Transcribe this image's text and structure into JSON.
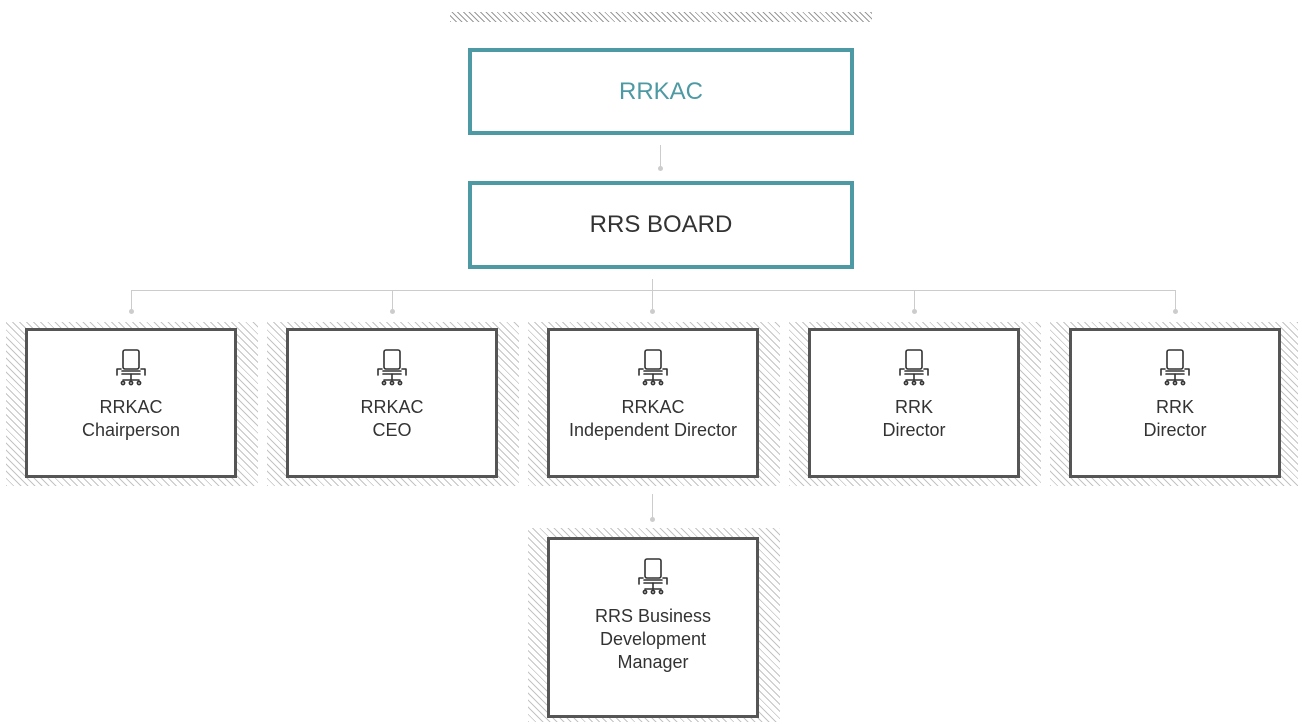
{
  "colors": {
    "accent": "#4e9aa4",
    "text": "#333333",
    "box_border": "#555555",
    "connector": "#cccccc"
  },
  "org": {
    "name": "RRKAC",
    "board": "RRS BOARD"
  },
  "roles": [
    {
      "line1": "RRKAC",
      "line2": "Chairperson",
      "icon": "office-chair-icon"
    },
    {
      "line1": "RRKAC",
      "line2": "CEO",
      "icon": "office-chair-icon"
    },
    {
      "line1": "RRKAC",
      "line2": "Independent Director",
      "icon": "office-chair-icon"
    },
    {
      "line1": "RRK",
      "line2": "Director",
      "icon": "office-chair-icon"
    },
    {
      "line1": "RRK",
      "line2": "Director",
      "icon": "office-chair-icon"
    }
  ],
  "sub_role": {
    "line1": "RRS Business",
    "line2": "Development",
    "line3": "Manager",
    "icon": "office-chair-icon"
  }
}
